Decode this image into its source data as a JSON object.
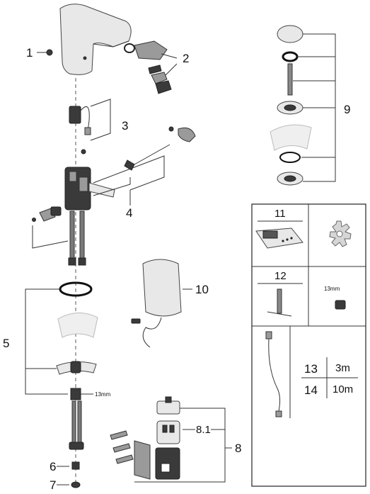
{
  "callouts": {
    "c1": "1",
    "c2": "2",
    "c3": "3",
    "c4": "4",
    "c5": "5",
    "c6": "6",
    "c7": "7",
    "c8": "8",
    "c8_1": "8.1",
    "c9": "9",
    "c10": "10"
  },
  "dimension_13mm": "13mm",
  "table": {
    "item11": "11",
    "item12": "12",
    "item12_size": "13mm",
    "rows": [
      {
        "num": "13",
        "length": "3m"
      },
      {
        "num": "14",
        "length": "10m"
      }
    ]
  }
}
